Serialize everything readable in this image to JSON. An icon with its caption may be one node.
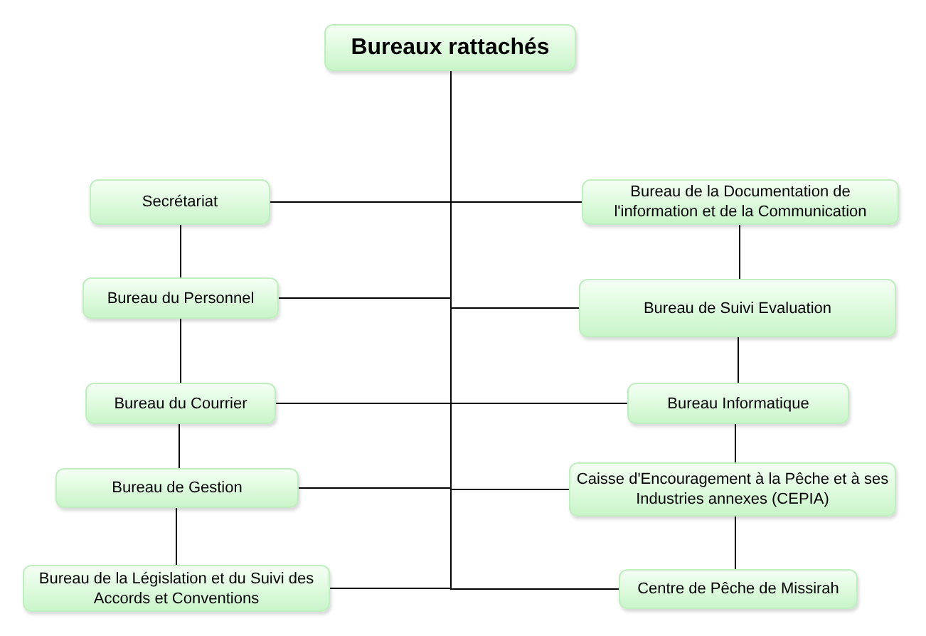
{
  "diagram": {
    "nodes": [
      {
        "text": [
          "Bureaux rattachés"
        ]
      },
      {
        "text": [
          "Secrétariat"
        ]
      },
      {
        "text": [
          "Bureau de la Documentation de l'information et de la Communication"
        ]
      },
      {
        "text": [
          "Bureau du Personnel"
        ]
      },
      {
        "text": [
          "Bureau de Suivi Evaluation"
        ]
      },
      {
        "text": [
          "Bureau du Courrier"
        ]
      },
      {
        "text": [
          "Bureau Informatique"
        ]
      },
      {
        "text": [
          "Bureau de Gestion"
        ]
      },
      {
        "text": [
          "Caisse d'Encouragement à la Pêche et à ses Industries annexes (CEPIA)"
        ]
      },
      {
        "text": [
          "Bureau de la Législation et du Suivi des Accords et Conventions"
        ]
      },
      {
        "text": [
          "Centre de Pêche de Missirah"
        ]
      }
    ],
    "edges": [
      {
        "from": 0,
        "to": 1,
        "arrow": "none"
      },
      {
        "from": 0,
        "to": 2,
        "arrow": "none"
      },
      {
        "from": 0,
        "to": 3,
        "arrow": "none"
      },
      {
        "from": 0,
        "to": 4,
        "arrow": "none"
      },
      {
        "from": 0,
        "to": 5,
        "arrow": "none"
      },
      {
        "from": 0,
        "to": 6,
        "arrow": "none"
      },
      {
        "from": 0,
        "to": 7,
        "arrow": "none"
      },
      {
        "from": 0,
        "to": 8,
        "arrow": "none"
      },
      {
        "from": 0,
        "to": 9,
        "arrow": "none"
      },
      {
        "from": 0,
        "to": 10,
        "arrow": "none"
      },
      {
        "from": 1,
        "to": 3,
        "arrow": "none"
      },
      {
        "from": 3,
        "to": 5,
        "arrow": "none"
      },
      {
        "from": 5,
        "to": 7,
        "arrow": "none"
      },
      {
        "from": 7,
        "to": 9,
        "arrow": "none"
      },
      {
        "from": 2,
        "to": 4,
        "arrow": "none"
      },
      {
        "from": 4,
        "to": 6,
        "arrow": "none"
      },
      {
        "from": 6,
        "to": 8,
        "arrow": "none"
      },
      {
        "from": 8,
        "to": 10,
        "arrow": "none"
      }
    ]
  }
}
